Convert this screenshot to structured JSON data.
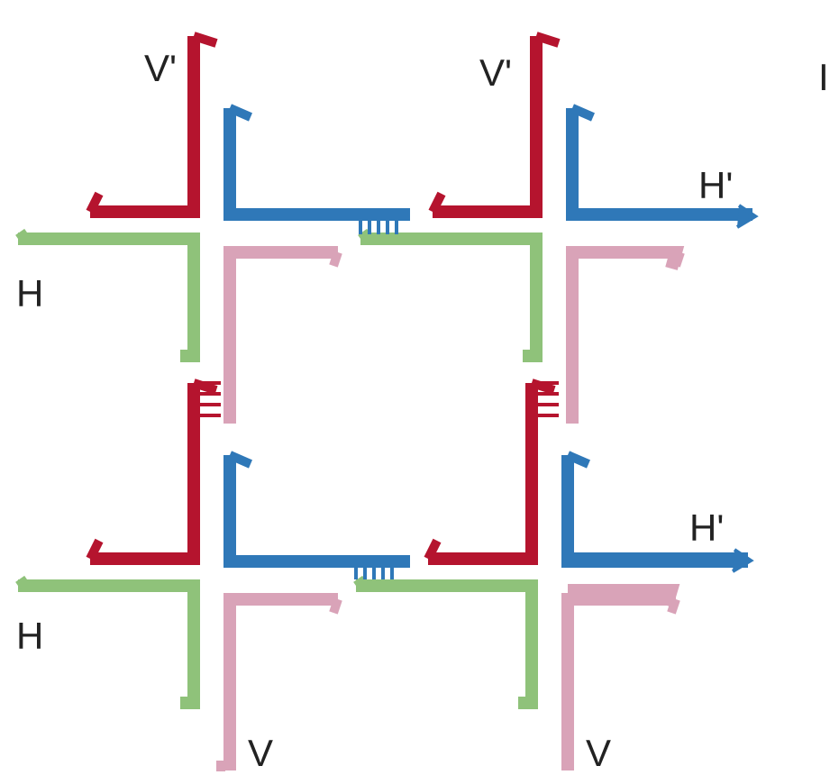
{
  "colors": {
    "red": "#b5142e",
    "blue": "#2f78b8",
    "green": "#8fc27a",
    "pink": "#d9a3b8"
  },
  "labels": {
    "v_prime": "V'",
    "h_prime": "H'",
    "h": "H",
    "v": "V",
    "corner": "I"
  }
}
